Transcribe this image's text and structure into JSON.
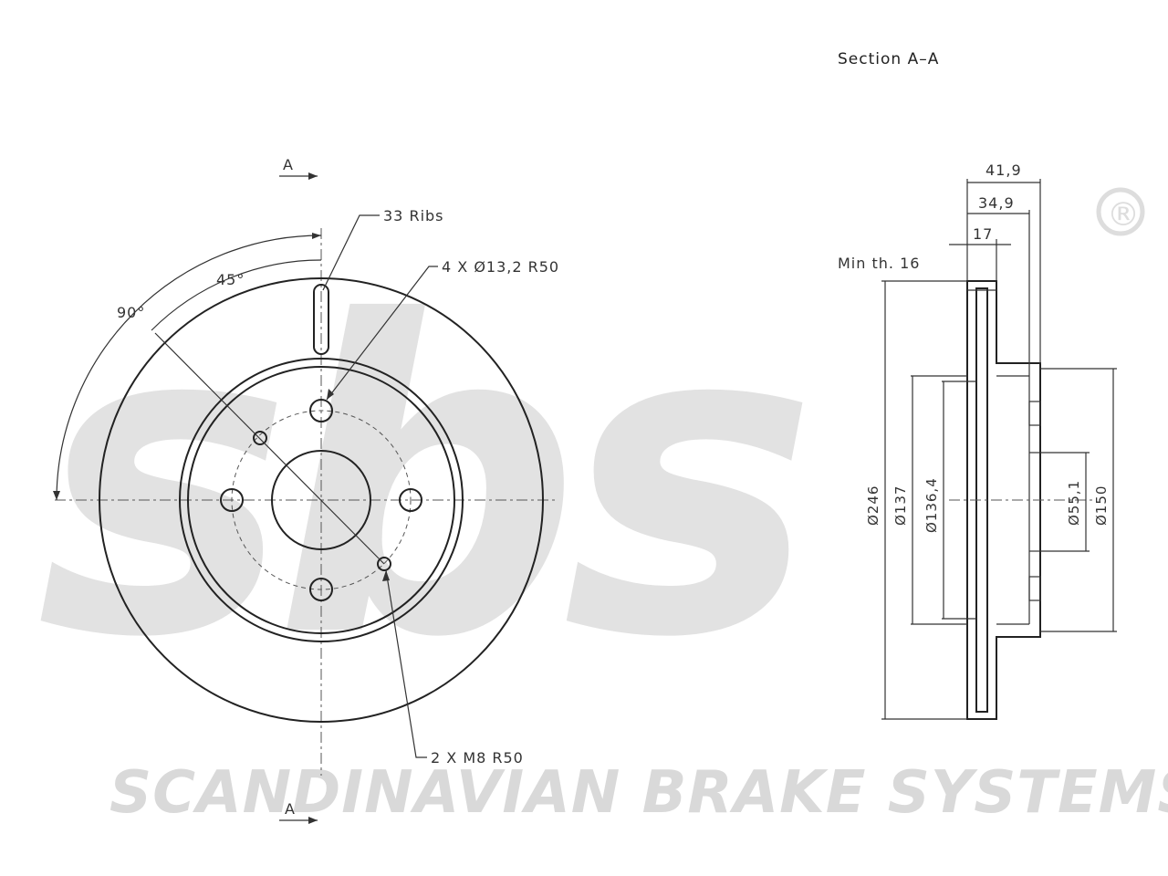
{
  "brand": {
    "logo_letters": "sbs",
    "registered_mark": "®",
    "company_name": "SCANDINAVIAN BRAKE SYSTEMS",
    "watermark_color": "#e2e2e2"
  },
  "front_view": {
    "section_marker_top": "A",
    "section_marker_bottom": "A",
    "ribs_label": "33 Ribs",
    "holes_label": "4 X Ø13,2   R50",
    "threads_label": "2 X M8   R50",
    "angle_45": "45°",
    "angle_90": "90°"
  },
  "section_view": {
    "title": "Section A–A",
    "min_thickness": "Min th. 16",
    "dims": {
      "overall_height": "41,9",
      "hat_height": "34,9",
      "thickness": "17",
      "outer_diameter": "Ø246",
      "diameter_137": "Ø137",
      "diameter_136": "Ø136,4",
      "center_bore": "Ø55,1",
      "hub_diameter": "Ø150"
    }
  },
  "colors": {
    "line": "#222222",
    "text": "#333333",
    "watermark": "#e2e2e2"
  }
}
